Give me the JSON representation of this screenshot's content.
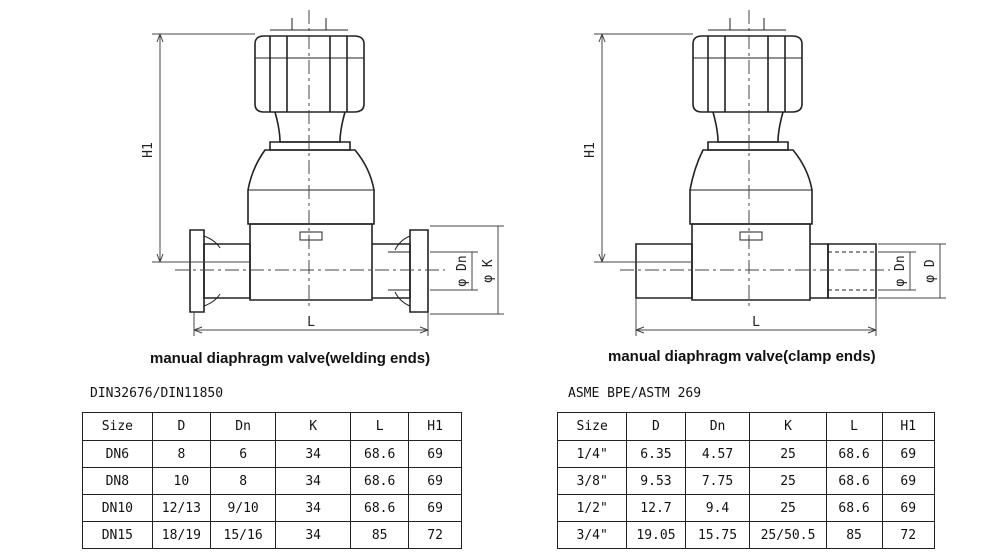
{
  "left": {
    "caption": "manual diaphragm valve(welding ends)",
    "standard": "DIN32676/DIN11850",
    "dims": {
      "h1": "H1",
      "l": "L",
      "dn": "φ Dn",
      "k": "φ K"
    },
    "table": {
      "headers": [
        "Size",
        "D",
        "Dn",
        "K",
        "L",
        "H1"
      ],
      "rows": [
        [
          "DN6",
          "8",
          "6",
          "34",
          "68.6",
          "69"
        ],
        [
          "DN8",
          "10",
          "8",
          "34",
          "68.6",
          "69"
        ],
        [
          "DN10",
          "12/13",
          "9/10",
          "34",
          "68.6",
          "69"
        ],
        [
          "DN15",
          "18/19",
          "15/16",
          "34",
          "85",
          "72"
        ]
      ]
    }
  },
  "right": {
    "caption": "manual diaphragm valve(clamp ends)",
    "standard": "ASME BPE/ASTM 269",
    "dims": {
      "h1": "H1",
      "l": "L",
      "dn": "φ Dn",
      "d": "φ D"
    },
    "table": {
      "headers": [
        "Size",
        "D",
        "Dn",
        "K",
        "L",
        "H1"
      ],
      "rows": [
        [
          "1/4\"",
          "6.35",
          "4.57",
          "25",
          "68.6",
          "69"
        ],
        [
          "3/8\"",
          "9.53",
          "7.75",
          "25",
          "68.6",
          "69"
        ],
        [
          "1/2\"",
          "12.7",
          "9.4",
          "25",
          "68.6",
          "69"
        ],
        [
          "3/4\"",
          "19.05",
          "15.75",
          "25/50.5",
          "85",
          "72"
        ]
      ]
    }
  }
}
